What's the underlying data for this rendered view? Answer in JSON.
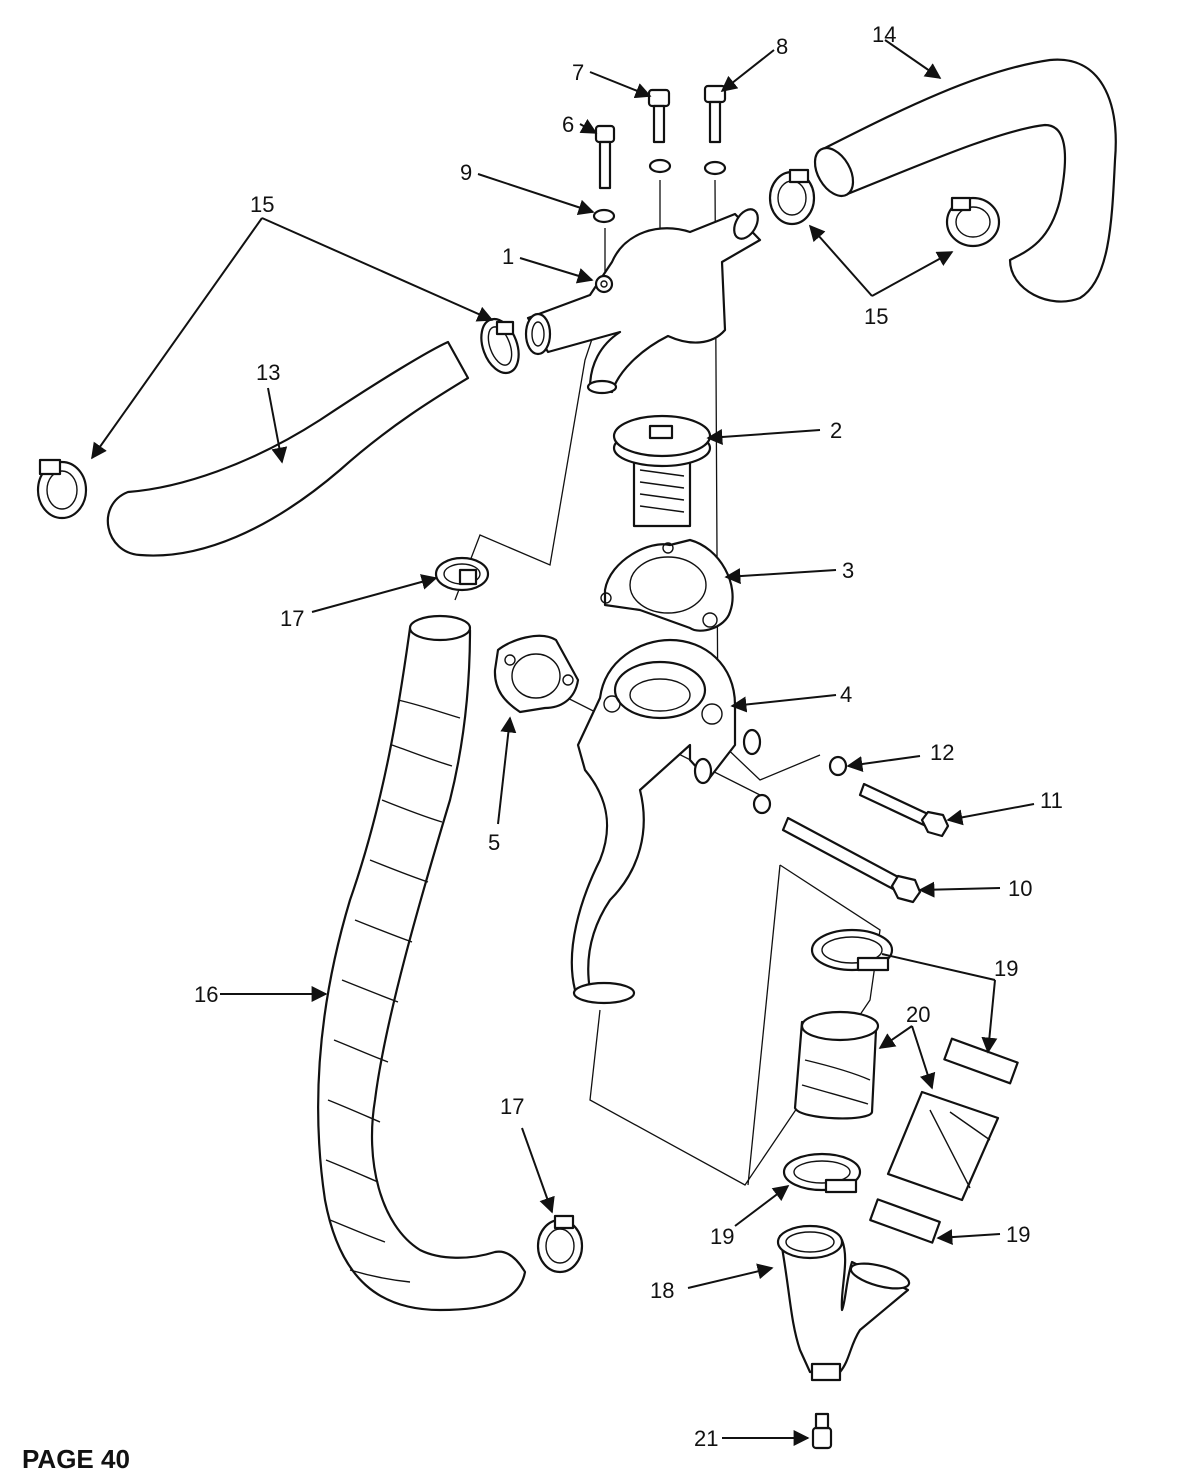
{
  "page": {
    "label": "PAGE 40"
  },
  "callouts": [
    "1",
    "2",
    "3",
    "4",
    "5",
    "6",
    "7",
    "8",
    "9",
    "10",
    "11",
    "12",
    "13",
    "14",
    "15",
    "16",
    "17",
    "18",
    "19",
    "20",
    "21"
  ]
}
